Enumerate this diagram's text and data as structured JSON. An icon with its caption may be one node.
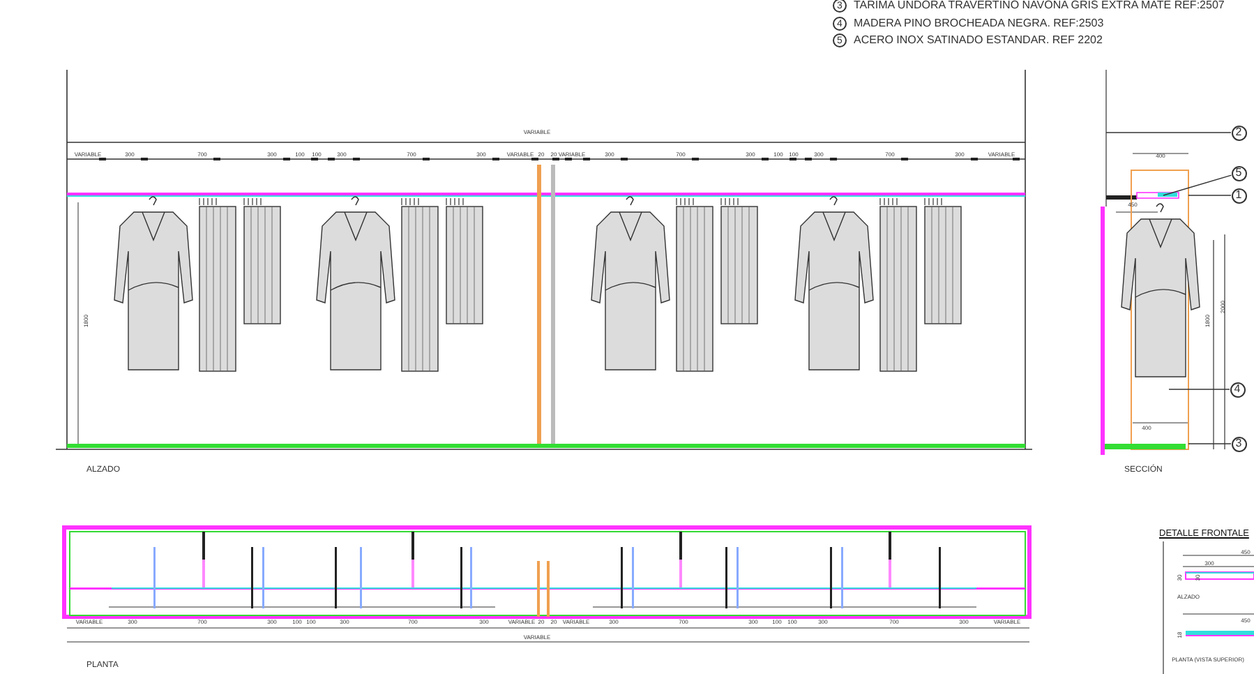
{
  "diagram": {
    "nodes": [
      {
        "text": [
          "2"
        ]
      },
      {
        "text": [
          "5"
        ]
      },
      {
        "text": [
          "1"
        ]
      },
      {
        "text": [
          "4"
        ]
      },
      {
        "text": [
          "3"
        ]
      }
    ],
    "edges": [
      {
        "from": 0,
        "to": null,
        "arrow": "none"
      },
      {
        "from": 1,
        "to": null,
        "arrow": "none"
      },
      {
        "from": 2,
        "to": null,
        "arrow": "none"
      },
      {
        "from": 3,
        "to": null,
        "arrow": "none"
      },
      {
        "from": 4,
        "to": null,
        "arrow": "none"
      }
    ],
    "labels": [
      "3",
      "TARIMA UNDORA TRAVERTINO NAVONA GRIS EXTRA MATE REF:2507",
      "4",
      "MADERA PINO BROCHEADA NEGRA. REF:2503",
      "5",
      "ACERO INOX SATINADO ESTANDAR. REF 2202",
      "VARIABLE",
      "VARIABLE",
      "300",
      "700",
      "300",
      "100",
      "100",
      "300",
      "700",
      "300",
      "VARIABLE",
      "20",
      "20",
      "VARIABLE",
      "300",
      "700",
      "300",
      "100",
      "100",
      "300",
      "700",
      "300",
      "VARIABLE",
      "1800",
      "ALZADO",
      "400",
      "450",
      "1800",
      "2000",
      "400",
      "SECCIÓN",
      "VARIABLE",
      "300",
      "700",
      "300",
      "100",
      "100",
      "300",
      "700",
      "300",
      "VARIABLE",
      "20",
      "20",
      "VARIABLE",
      "300",
      "700",
      "300",
      "100",
      "100",
      "300",
      "700",
      "300",
      "VARIABLE",
      "VARIABLE",
      "PLANTA",
      "DETALLE FRONTALE",
      "450",
      "300",
      "30",
      "30",
      "ALZADO",
      "450",
      "18",
      "PLANTA (VISTA SUPERIOR)"
    ]
  }
}
